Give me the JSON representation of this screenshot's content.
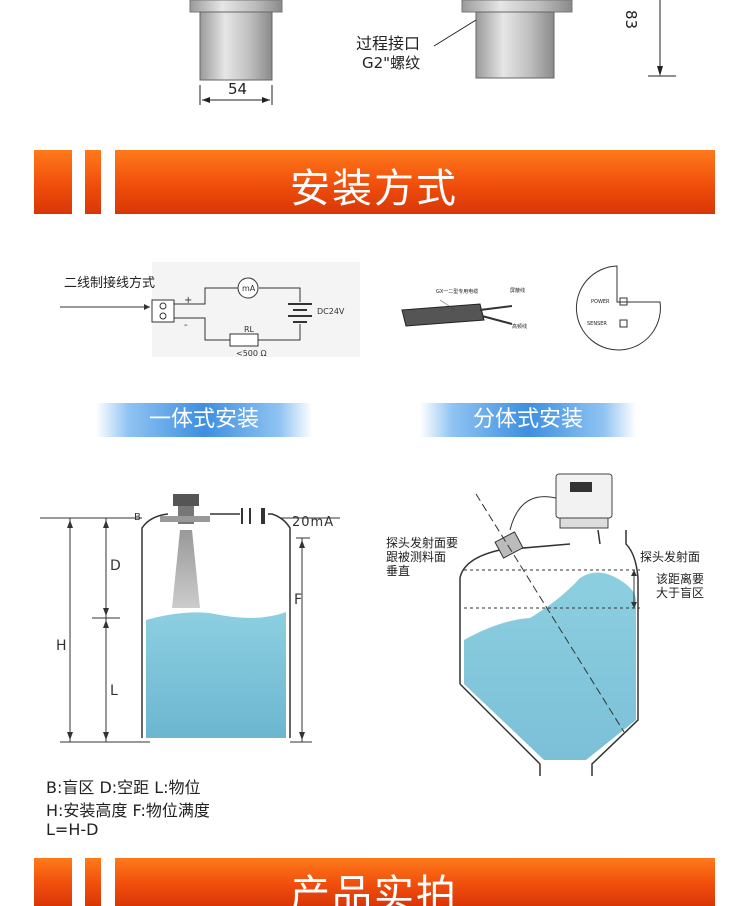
{
  "top": {
    "dim_54": "54",
    "dim_83": "83",
    "process_interface": "过程接口",
    "thread": "G2\"螺纹"
  },
  "banner1": {
    "title": "安装方式"
  },
  "wiring": {
    "title": "二线制接线方式",
    "ma": "mA",
    "dc": "DC24V",
    "rl": "RL",
    "res": "<500 Ω",
    "plus": "+",
    "minus": "-"
  },
  "cable": {
    "label_a": "GX一二型专用电缆",
    "label_b": "屏蔽线",
    "label_c": "高频线"
  },
  "panel": {
    "power": "POWER",
    "sensor": "SENSER"
  },
  "pills": {
    "integral": "一体式安装",
    "split": "分体式安装"
  },
  "left_tank": {
    "B": "B",
    "D": "D",
    "H": "H",
    "L": "L",
    "F": "F",
    "ma": "20mA",
    "legend": [
      "B:盲区 D:空距  L:物位",
      "H:安装高度  F:物位满度",
      "L=H-D"
    ]
  },
  "right_tank": {
    "note_left": [
      "探头发射面要",
      "跟被测料面",
      "垂直"
    ],
    "note_right_top": "探头发射面",
    "note_right": [
      "该距离要",
      "大于盲区"
    ]
  },
  "banner2": {
    "title": "产品实拍"
  },
  "colors": {
    "banner": "#f04e0c",
    "liquid": "#8ccfe0",
    "pill": "#3d8fe0"
  }
}
